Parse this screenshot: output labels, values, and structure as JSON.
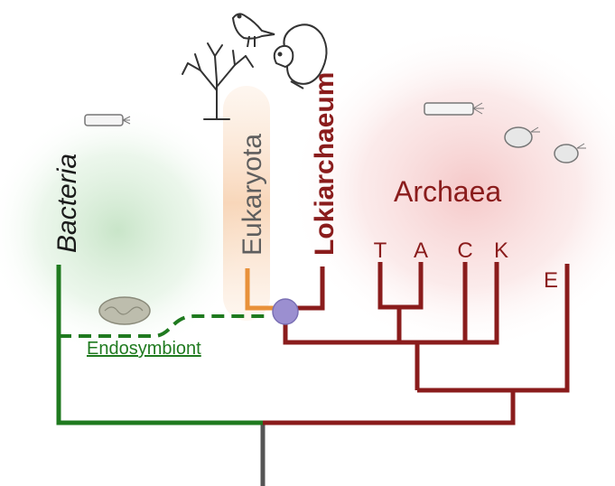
{
  "colors": {
    "bacteria": "#1f7a1f",
    "eukaryota": "#e8913a",
    "archaea": "#8a1c1c",
    "root": "#555555",
    "node": "#9b8fd0",
    "label_gray": "#5e5e5e"
  },
  "labels": {
    "bacteria": "Bacteria",
    "eukaryota": "Eukaryota",
    "lokiarchaeum": "Lokiarchaeum",
    "archaea": "Archaea",
    "endosymbiont": "Endosymbiont",
    "t": "T",
    "a": "A",
    "c": "C",
    "k": "K",
    "e": "E"
  },
  "icons": [
    "rod-bacterium-icon",
    "tree-icon",
    "bird-icon",
    "squirrel-icon",
    "archaeon-rod-icon",
    "archaeon-coccus-icon",
    "mitochondrion-icon",
    "ancestor-node-icon"
  ]
}
